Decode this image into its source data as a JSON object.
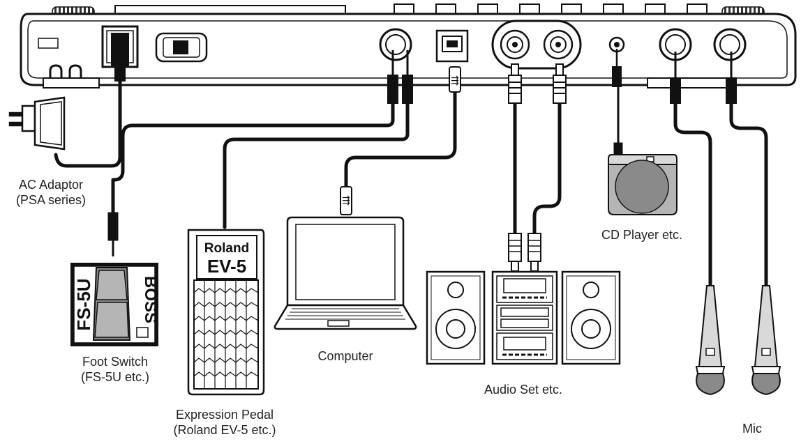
{
  "labels": {
    "ac_adaptor_line1": "AC Adaptor",
    "ac_adaptor_line2": "(PSA series)",
    "foot_switch_line1": "Foot Switch",
    "foot_switch_line2": "(FS-5U etc.)",
    "expression_pedal_line1": "Expression Pedal",
    "expression_pedal_line2": "(Roland EV-5 etc.)",
    "computer": "Computer",
    "audio_set": "Audio Set etc.",
    "cd_player": "CD Player etc.",
    "mic": "Mic"
  },
  "devices": {
    "fs5u_model": "FS-5U",
    "fs5u_brand": "BOSS",
    "ev5_brand": "Roland",
    "ev5_model": "EV-5"
  },
  "colors": {
    "line": "#111111",
    "fill_light": "#d9d9d9",
    "fill_mid": "#b5b5b5",
    "fill_dark": "#8a8a8a",
    "background": "#ffffff"
  }
}
